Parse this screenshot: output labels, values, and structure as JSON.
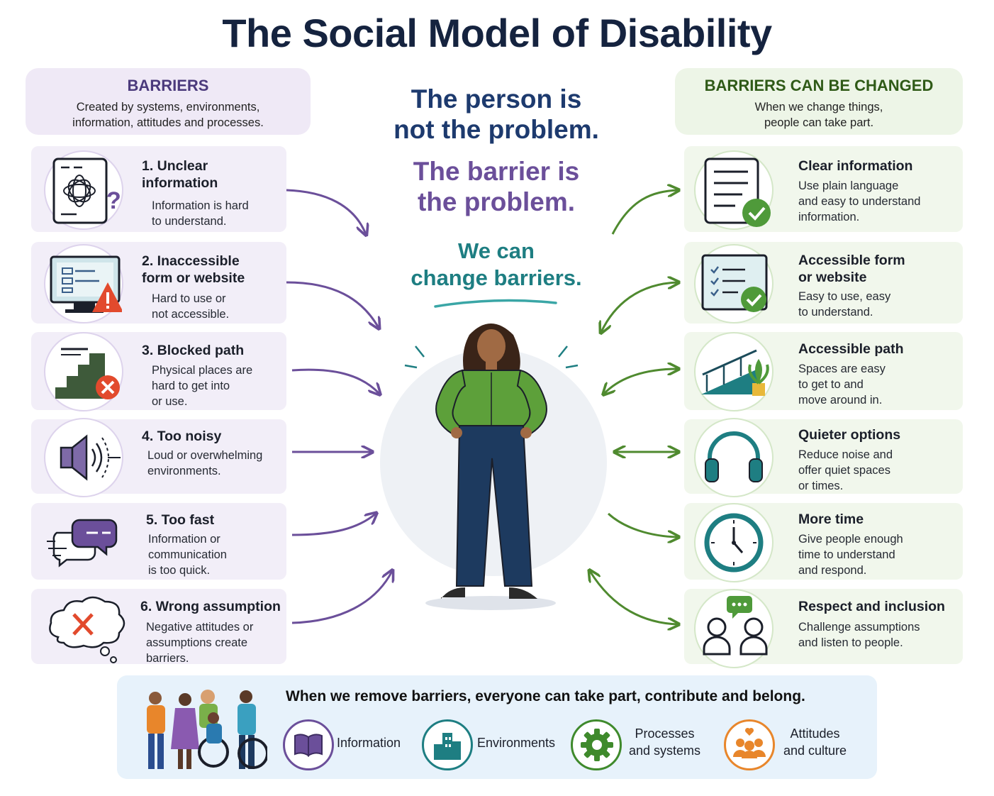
{
  "title": "The Social Model of Disability",
  "barriers_header": {
    "title": "BARRIERS",
    "subtitle": "Created by systems, environments,\ninformation, attitudes and processes."
  },
  "changed_header": {
    "title": "BARRIERS CAN BE CHANGED",
    "subtitle": "When we change things,\npeople can take part."
  },
  "statements": {
    "person": "The person is\nnot the problem.",
    "barrier": "The barrier is\nthe problem.",
    "change": "We can\nchange barriers."
  },
  "barriers": [
    {
      "title": "1. Unclear\n   information",
      "desc": "Information is hard\nto understand.",
      "icon": "unclear-document-icon"
    },
    {
      "title": "2. Inaccessible\n   form or website",
      "desc": "Hard to use or\nnot accessible.",
      "icon": "monitor-warning-icon"
    },
    {
      "title": "3. Blocked path",
      "desc": "Physical places are\nhard to get into\nor use.",
      "icon": "blocked-stairs-icon"
    },
    {
      "title": "4. Too noisy",
      "desc": "Loud or overwhelming\nenvironments.",
      "icon": "loud-speaker-icon"
    },
    {
      "title": "5. Too fast",
      "desc": "Information or\ncommunication\nis too quick.",
      "icon": "fast-speech-bubbles-icon"
    },
    {
      "title": "6. Wrong assumption",
      "desc": "Negative attitudes or\nassumptions create\nbarriers.",
      "icon": "thought-bubble-x-icon"
    }
  ],
  "solutions": [
    {
      "title": "Clear information",
      "desc": "Use plain language\nand easy to understand\ninformation.",
      "icon": "document-check-icon"
    },
    {
      "title": "Accessible form\nor website",
      "desc": "Easy to use, easy\nto understand.",
      "icon": "checklist-screen-icon"
    },
    {
      "title": "Accessible path",
      "desc": "Spaces are easy\nto get to and\nmove around in.",
      "icon": "ramp-icon"
    },
    {
      "title": "Quieter options",
      "desc": "Reduce noise and\noffer quiet spaces\nor times.",
      "icon": "headphones-icon"
    },
    {
      "title": "More time",
      "desc": "Give people enough\ntime to understand\nand respond.",
      "icon": "clock-icon"
    },
    {
      "title": "Respect and inclusion",
      "desc": "Challenge assumptions\nand listen to people.",
      "icon": "people-chat-icon"
    }
  ],
  "footer": {
    "message": "When we remove barriers, everyone can take part, contribute and belong.",
    "items": [
      {
        "label": "Information",
        "icon": "book-icon",
        "color": "#6b4f9a"
      },
      {
        "label": "Environments",
        "icon": "buildings-icon",
        "color": "#1e7e82"
      },
      {
        "label": "Processes\nand systems",
        "icon": "gear-icon",
        "color": "#3f8a2c"
      },
      {
        "label": "Attitudes\nand culture",
        "icon": "group-heart-icon",
        "color": "#e8862b"
      }
    ]
  },
  "colors": {
    "purple": "#6b4f9a",
    "green": "#4f8a2f",
    "teal": "#1e7e82",
    "navy": "#15233f"
  }
}
